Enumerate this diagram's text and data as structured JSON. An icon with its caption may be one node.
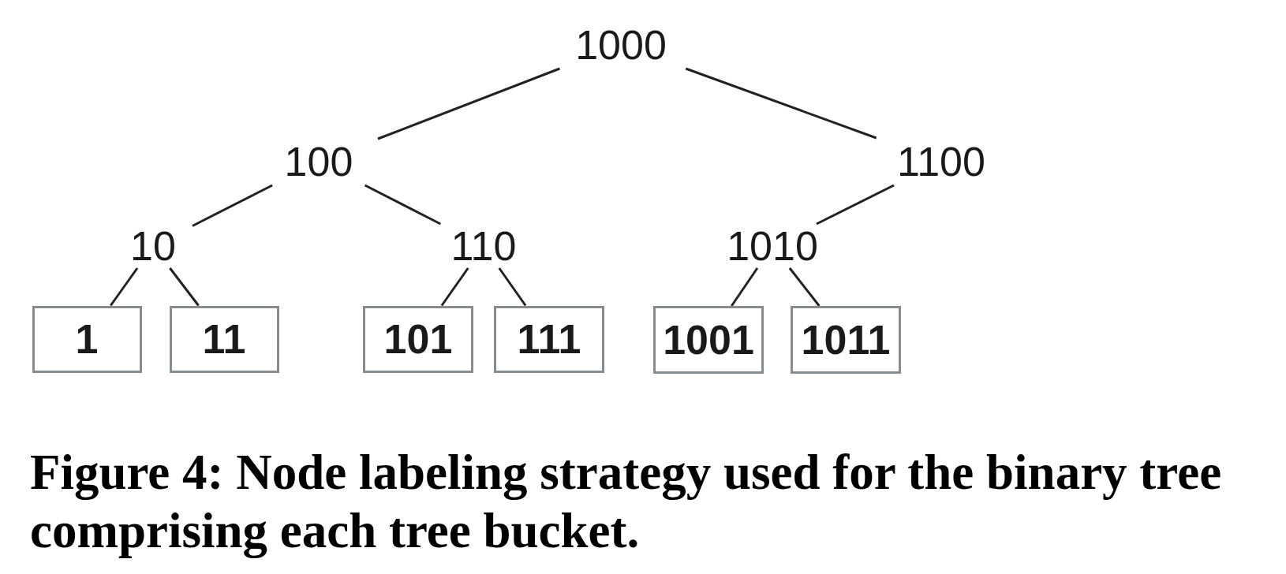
{
  "diagram": {
    "caption": "Figure 4: Node labeling strategy used for the binary tree comprising each tree bucket.",
    "nodes": [
      {
        "text": [
          "1000"
        ]
      },
      {
        "text": [
          "100"
        ]
      },
      {
        "text": [
          "1100"
        ]
      },
      {
        "text": [
          "10"
        ]
      },
      {
        "text": [
          "110"
        ]
      },
      {
        "text": [
          "1010"
        ]
      },
      {
        "text": [
          "1"
        ]
      },
      {
        "text": [
          "11"
        ]
      },
      {
        "text": [
          "101"
        ]
      },
      {
        "text": [
          "111"
        ]
      },
      {
        "text": [
          "1001"
        ]
      },
      {
        "text": [
          "1011"
        ]
      }
    ],
    "edges": [
      {
        "from": 0,
        "to": 1,
        "arrow": "none"
      },
      {
        "from": 0,
        "to": 2,
        "arrow": "none"
      },
      {
        "from": 1,
        "to": 3,
        "arrow": "none"
      },
      {
        "from": 1,
        "to": 4,
        "arrow": "none"
      },
      {
        "from": 2,
        "to": 5,
        "arrow": "none"
      },
      {
        "from": 3,
        "to": 6,
        "arrow": "none"
      },
      {
        "from": 3,
        "to": 7,
        "arrow": "none"
      },
      {
        "from": 4,
        "to": 8,
        "arrow": "none"
      },
      {
        "from": 4,
        "to": 9,
        "arrow": "none"
      },
      {
        "from": 5,
        "to": 10,
        "arrow": "none"
      },
      {
        "from": 5,
        "to": 11,
        "arrow": "none"
      }
    ]
  }
}
